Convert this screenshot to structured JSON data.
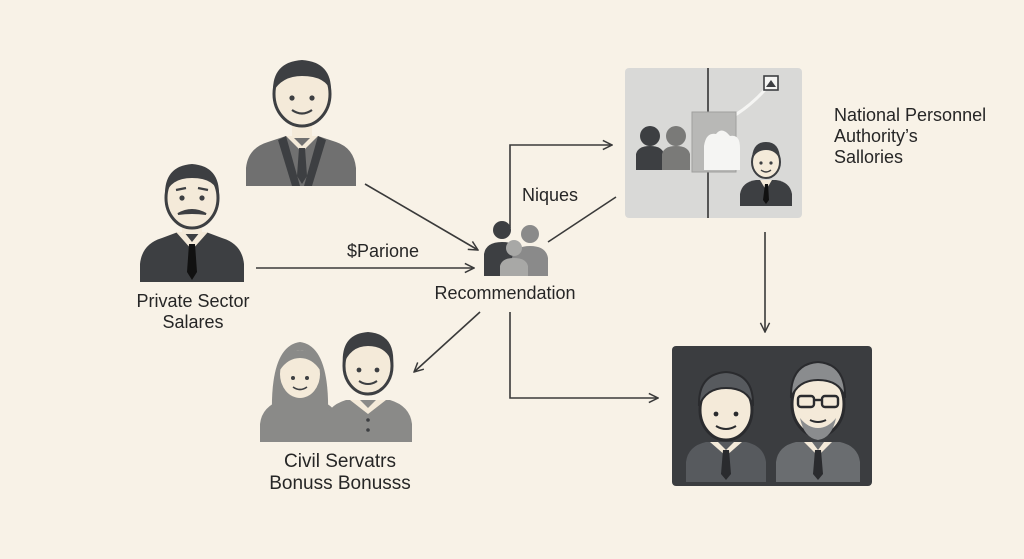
{
  "labels": {
    "private_sector_line1": "Private Sector",
    "private_sector_line2": "Salares",
    "comparison_edge": "$Parione",
    "niques_edge": "Niques",
    "center_node": "Recommendation",
    "npa_line1": "National Personnel",
    "npa_line2": "Authority’s",
    "npa_line3": "Sallories",
    "civil_line1": "Civil Servatrs",
    "civil_line2": "Bonuss Bonusss"
  },
  "colors": {
    "background": "#f8f2e7",
    "figure_dark": "#3d3f42",
    "figure_mid": "#707070",
    "skin": "#f4ead9",
    "panel_light": "#d9d9d7",
    "panel_dark": "#3b3d40",
    "arrow": "#3a3a3a"
  },
  "icons": [
    "businessman-top-icon",
    "businessman-mustache-icon",
    "group-recommendation-icon",
    "civil-servants-pair-icon",
    "npa-chart-panel-icon",
    "officials-dark-panel-icon"
  ]
}
